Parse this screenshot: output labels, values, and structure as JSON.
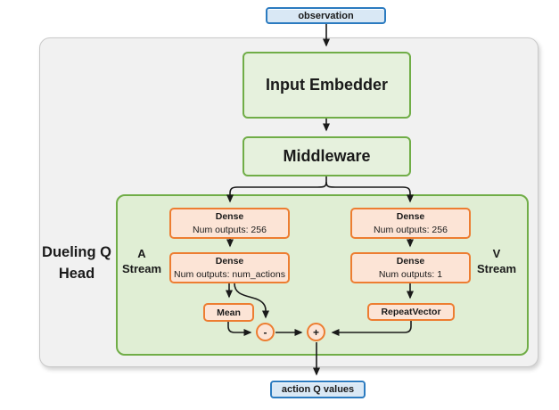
{
  "diagram": {
    "observation": {
      "label": "observation"
    },
    "input_embedder": {
      "label": "Input Embedder"
    },
    "middleware": {
      "label": "Middleware"
    },
    "dueling_head": {
      "title": "Dueling Q\nHead",
      "a_stream_label": "A\nStream",
      "v_stream_label": "V\nStream",
      "a_dense1": {
        "title": "Dense",
        "subtitle": "Num outputs: 256"
      },
      "a_dense2": {
        "title": "Dense",
        "subtitle": "Num outputs: num_actions"
      },
      "v_dense1": {
        "title": "Dense",
        "subtitle": "Num outputs: 256"
      },
      "v_dense2": {
        "title": "Dense",
        "subtitle": "Num outputs: 1"
      },
      "mean": {
        "label": "Mean"
      },
      "repeat_vector": {
        "label": "RepeatVector"
      },
      "minus_node": {
        "label": "-"
      },
      "plus_node": {
        "label": "+"
      }
    },
    "action_q_values": {
      "label": "action Q values"
    },
    "colors": {
      "panel_fill": "#f1f1f1",
      "panel_border": "#c9c9c9",
      "green_panel_fill": "#e0eed4",
      "green_fill": "#e6f1dd",
      "green_border": "#70ad47",
      "orange_fill": "#fce4d6",
      "orange_border": "#ed7d31",
      "blue_fill": "#d9e8f5",
      "blue_border": "#2b7bc0",
      "line": "#1a1a1a"
    }
  }
}
